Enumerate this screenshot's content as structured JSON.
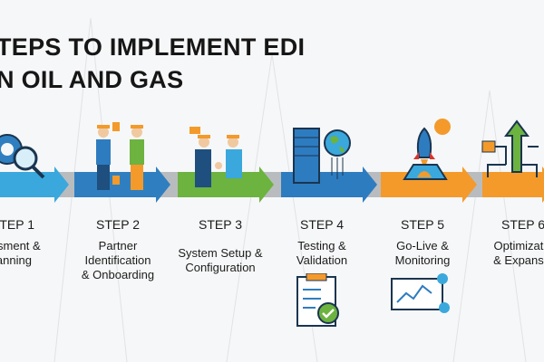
{
  "title": {
    "line1": "TEPS TO IMPLEMENT EDI",
    "line2": "N OIL AND GAS"
  },
  "steps": [
    {
      "label": "STEP 1",
      "desc": "essment &\nlanning",
      "color": "#3aa8dc",
      "icon": "gear-magnifier-icon"
    },
    {
      "label": "STEP 2",
      "desc": "Partner\nIdentification\n& Onboarding",
      "color": "#2f7fc0",
      "icon": "handshake-workers-icon"
    },
    {
      "label": "STEP 3",
      "desc": "System Setup &\nConfiguration",
      "color": "#6cb33f",
      "icon": "handshake-icon"
    },
    {
      "label": "STEP 4",
      "desc": "Testing &\nValidation",
      "color": "#2e7cc0",
      "icon": "server-globe-icon"
    },
    {
      "label": "STEP 5",
      "desc": "Go-Live &\nMonitoring",
      "color": "#f39a2b",
      "icon": "rocket-icon"
    },
    {
      "label": "STEP 6",
      "desc": "Optimizatio\n& Expansio",
      "color": "#f39a2b",
      "icon": "growth-arrow-icon"
    }
  ]
}
